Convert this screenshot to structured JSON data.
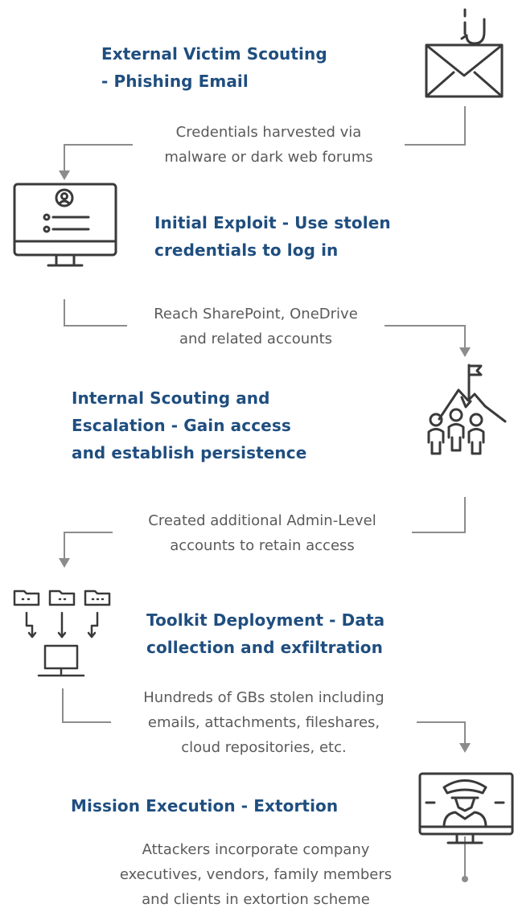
{
  "steps": [
    {
      "title": [
        "External Victim Scouting",
        "- Phishing Email"
      ],
      "note": [
        "Credentials harvested via",
        "malware or dark web forums"
      ],
      "icon": "phishing-email-icon"
    },
    {
      "title": [
        "Initial Exploit - Use stolen",
        "credentials to log in"
      ],
      "note": [
        "Reach SharePoint, OneDrive",
        "and related accounts"
      ],
      "icon": "login-monitor-icon"
    },
    {
      "title": [
        "Internal Scouting and",
        "Escalation - Gain access",
        "and establish persistence"
      ],
      "note": [
        "Created additional Admin-Level",
        "accounts to retain access"
      ],
      "icon": "team-mountain-icon"
    },
    {
      "title": [
        "Toolkit Deployment - Data",
        "collection and exfiltration"
      ],
      "note": [
        "Hundreds of GBs stolen including",
        "emails, attachments, fileshares,",
        "cloud repositories, etc."
      ],
      "icon": "data-exfiltration-icon"
    },
    {
      "title": [
        "Mission Execution - Extortion"
      ],
      "note": [
        "Attackers incorporate company",
        "executives, vendors, family members",
        "and clients in extortion scheme"
      ],
      "icon": "hacker-monitor-icon"
    }
  ],
  "colors": {
    "title": "#1f4e7f",
    "text": "#5a5a5a",
    "line": "#8c8c8c",
    "icon": "#3a3a3a"
  }
}
